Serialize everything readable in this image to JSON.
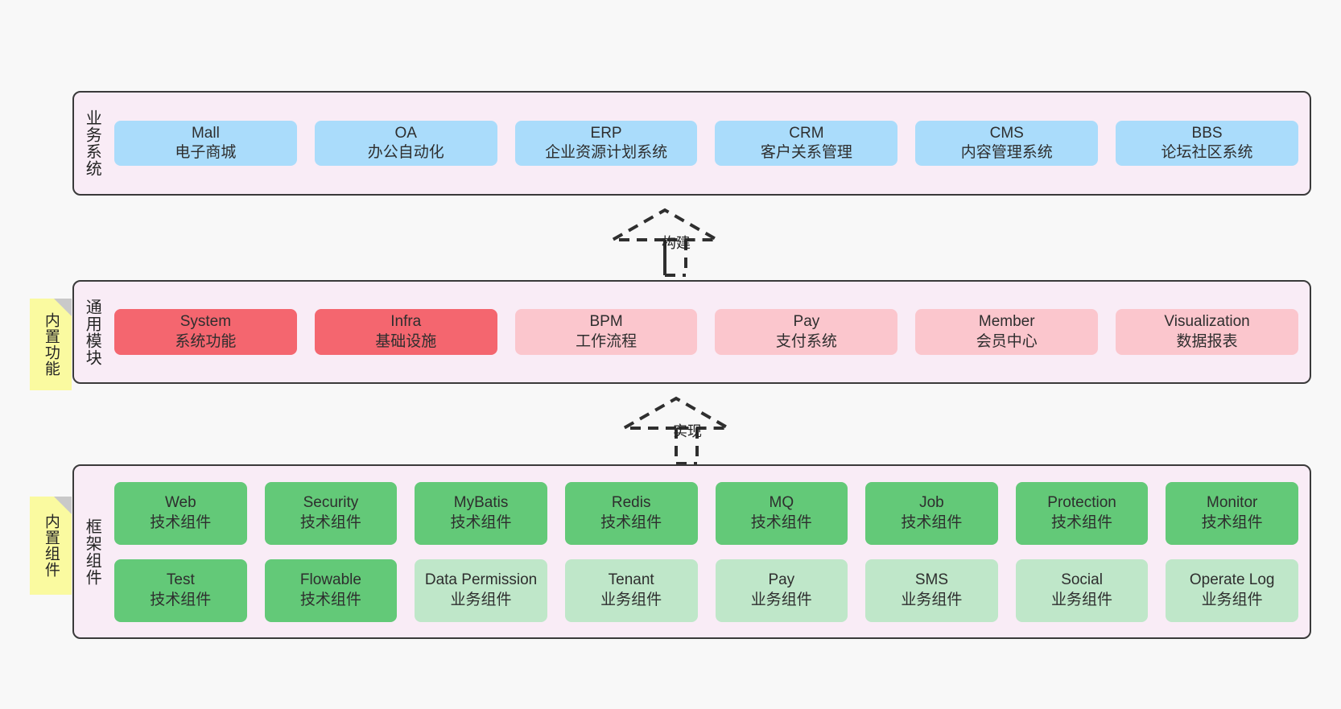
{
  "diagram": {
    "background": "#f8f8f8",
    "panel_bg": "#f9ecf6",
    "panel_border": "#3a3a3a",
    "note_bg": "#fafaa0",
    "note_fold": "#c9c9c9",
    "colors": {
      "business": "#aadcfb",
      "module_active": "#f4666f",
      "module_planned": "#fbc6cd",
      "component_tech": "#63c978",
      "component_biz": "#bfe7c9"
    }
  },
  "layers": [
    {
      "id": "business-system",
      "title": "业务系统",
      "rows": [
        [
          {
            "en": "Mall",
            "cn": "电子商城"
          },
          {
            "en": "OA",
            "cn": "办公自动化"
          },
          {
            "en": "ERP",
            "cn": "企业资源计划系统"
          },
          {
            "en": "CRM",
            "cn": "客户关系管理"
          },
          {
            "en": "CMS",
            "cn": "内容管理系统"
          },
          {
            "en": "BBS",
            "cn": "论坛社区系统"
          }
        ]
      ]
    },
    {
      "id": "common-module",
      "title": "通用模块",
      "note": "内置功能",
      "rows": [
        [
          {
            "en": "System",
            "cn": "系统功能"
          },
          {
            "en": "Infra",
            "cn": "基础设施"
          },
          {
            "en": "BPM",
            "cn": "工作流程"
          },
          {
            "en": "Pay",
            "cn": "支付系统"
          },
          {
            "en": "Member",
            "cn": "会员中心"
          },
          {
            "en": "Visualization",
            "cn": "数据报表"
          }
        ]
      ]
    },
    {
      "id": "framework-component",
      "title": "框架组件",
      "note": "内置组件",
      "rows": [
        [
          {
            "en": "Web",
            "cn": "技术组件"
          },
          {
            "en": "Security",
            "cn": "技术组件"
          },
          {
            "en": "MyBatis",
            "cn": "技术组件"
          },
          {
            "en": "Redis",
            "cn": "技术组件"
          },
          {
            "en": "MQ",
            "cn": "技术组件"
          },
          {
            "en": "Job",
            "cn": "技术组件"
          },
          {
            "en": "Protection",
            "cn": "技术组件"
          },
          {
            "en": "Monitor",
            "cn": "技术组件"
          }
        ],
        [
          {
            "en": "Test",
            "cn": "技术组件"
          },
          {
            "en": "Flowable",
            "cn": "技术组件"
          },
          {
            "en": "Data Permission",
            "cn": "业务组件"
          },
          {
            "en": "Tenant",
            "cn": "业务组件"
          },
          {
            "en": "Pay",
            "cn": "业务组件"
          },
          {
            "en": "SMS",
            "cn": "业务组件"
          },
          {
            "en": "Social",
            "cn": "业务组件"
          },
          {
            "en": "Operate Log",
            "cn": "业务组件"
          }
        ]
      ]
    }
  ],
  "connectors": [
    {
      "id": "build",
      "label": "构建"
    },
    {
      "id": "implement",
      "label": "实现"
    }
  ]
}
